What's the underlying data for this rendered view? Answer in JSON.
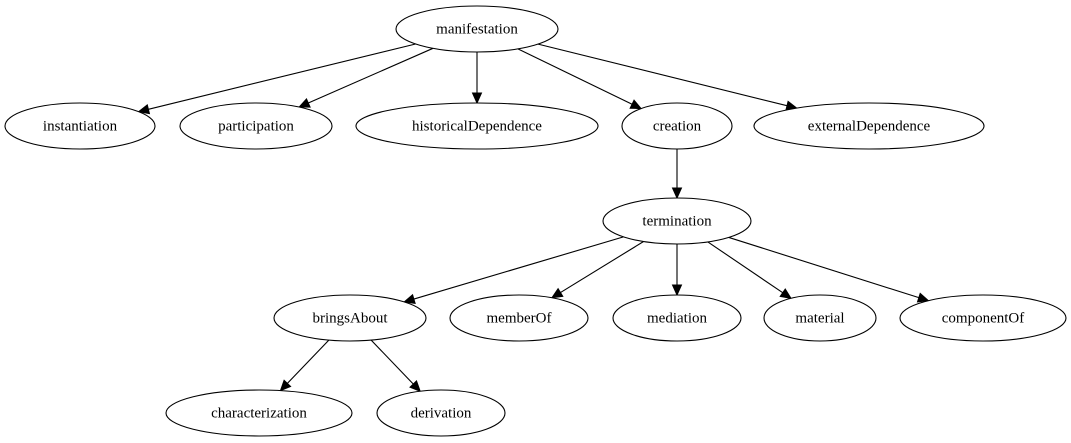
{
  "diagram": {
    "type": "tree",
    "nodes": [
      {
        "id": "manifestation",
        "label": "manifestation"
      },
      {
        "id": "instantiation",
        "label": "instantiation"
      },
      {
        "id": "participation",
        "label": "participation"
      },
      {
        "id": "historicalDependence",
        "label": "historicalDependence"
      },
      {
        "id": "creation",
        "label": "creation"
      },
      {
        "id": "externalDependence",
        "label": "externalDependence"
      },
      {
        "id": "termination",
        "label": "termination"
      },
      {
        "id": "bringsAbout",
        "label": "bringsAbout"
      },
      {
        "id": "memberOf",
        "label": "memberOf"
      },
      {
        "id": "mediation",
        "label": "mediation"
      },
      {
        "id": "material",
        "label": "material"
      },
      {
        "id": "componentOf",
        "label": "componentOf"
      },
      {
        "id": "characterization",
        "label": "characterization"
      },
      {
        "id": "derivation",
        "label": "derivation"
      }
    ],
    "edges": [
      {
        "from": "manifestation",
        "to": "instantiation"
      },
      {
        "from": "manifestation",
        "to": "participation"
      },
      {
        "from": "manifestation",
        "to": "historicalDependence"
      },
      {
        "from": "manifestation",
        "to": "creation"
      },
      {
        "from": "manifestation",
        "to": "externalDependence"
      },
      {
        "from": "creation",
        "to": "termination"
      },
      {
        "from": "termination",
        "to": "bringsAbout"
      },
      {
        "from": "termination",
        "to": "memberOf"
      },
      {
        "from": "termination",
        "to": "mediation"
      },
      {
        "from": "termination",
        "to": "material"
      },
      {
        "from": "termination",
        "to": "componentOf"
      },
      {
        "from": "bringsAbout",
        "to": "characterization"
      },
      {
        "from": "bringsAbout",
        "to": "derivation"
      }
    ]
  }
}
